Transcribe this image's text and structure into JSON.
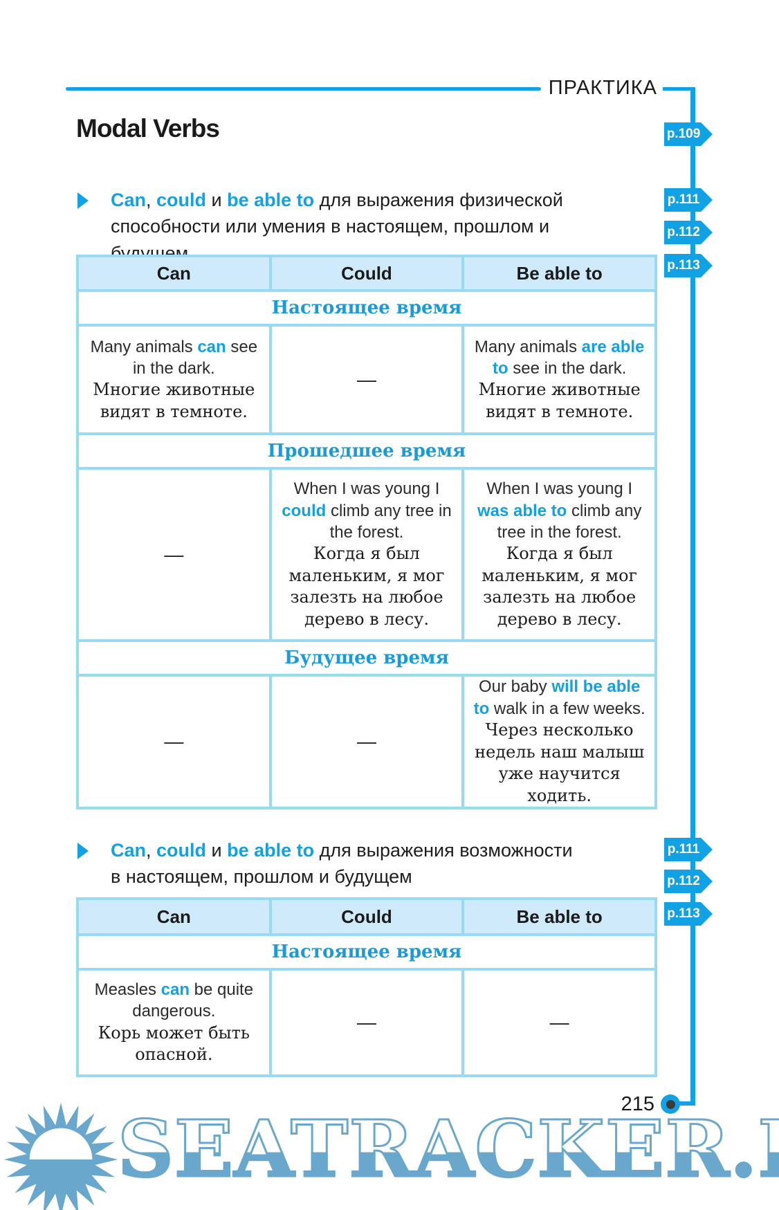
{
  "dash": "—",
  "header": {
    "practice_label": "ПРАКТИКА",
    "title": "Modal Verbs"
  },
  "footer": {
    "page_number": "215",
    "watermark": "SEATRACKER.RU"
  },
  "tags": {
    "t109": "p.109",
    "t111": "p.111",
    "t112": "p.112",
    "t113": "p.113"
  },
  "section1": {
    "heading": {
      "kw1": "Can",
      "sep": ", ",
      "kw2": "could",
      "conj": " и ",
      "kw3": "be able to",
      "line1_rest": " для выражения физической",
      "line2": "способности или умения в настоящем, прошлом и будущем"
    },
    "table": {
      "columns": [
        "Can",
        "Could",
        "Be able to"
      ],
      "bands": {
        "present": "Настоящее время",
        "past": "Прошедшее время",
        "future": "Будущее время"
      },
      "present": {
        "can": {
          "pre": "Many animals ",
          "kw": "can",
          "post": " see in the dark.",
          "ru": "Многие животные видят в темноте."
        },
        "beable": {
          "pre": "Many animals ",
          "kw": "are able to",
          "post": " see in the dark.",
          "ru": "Многие животные видят в темноте."
        }
      },
      "past": {
        "could": {
          "pre": "When I was young I ",
          "kw": "could",
          "post": " climb any tree in the forest.",
          "ru": "Когда я был маленьким, я мог залезть на любое дерево в лесу."
        },
        "beable": {
          "pre": "When I was young I ",
          "kw": "was able to",
          "post": " climb any tree in the forest.",
          "ru": "Когда я был маленьким, я мог залезть на любое дерево в лесу."
        }
      },
      "future": {
        "beable": {
          "pre": "Our baby ",
          "kw": "will be able to",
          "post": " walk in a few weeks.",
          "ru": "Через несколько недель наш малыш уже научится ходить."
        }
      }
    }
  },
  "section2": {
    "heading": {
      "kw1": "Can",
      "sep": ", ",
      "kw2": "could",
      "conj": " и ",
      "kw3": "be able to",
      "line1_rest": " для выражения возможности",
      "line2": "в настоящем, прошлом и будущем"
    },
    "table": {
      "columns": [
        "Can",
        "Could",
        "Be able to"
      ],
      "bands": {
        "present": "Настоящее время"
      },
      "present": {
        "can": {
          "pre": "Measles ",
          "kw": "can",
          "post": " be quite dangerous.",
          "ru": "Корь может быть опасной."
        }
      }
    }
  }
}
